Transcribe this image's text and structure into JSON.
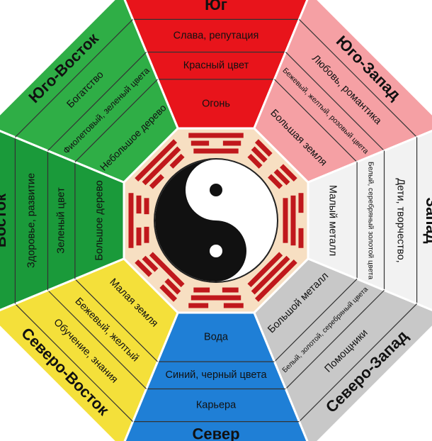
{
  "diagram": {
    "sectors": [
      {
        "key": "south",
        "title": "Юг",
        "lines": [
          "Слава, репутация",
          "Красный цвет",
          "Огонь"
        ],
        "color": "#e8141b",
        "band": "#f05a5a"
      },
      {
        "key": "southwest",
        "title": "Юго-Запад",
        "lines": [
          "Любовь, романтика",
          "Бежевый, желтый, розовый цвета",
          "Большая земля"
        ],
        "color": "#f5a0a4",
        "band": "#f8c4c6"
      },
      {
        "key": "west",
        "title": "Запад",
        "lines": [
          "Дети, творчество,",
          "Белый, серебряный золотой цвета",
          "Малый металл"
        ],
        "color": "#f2f2f2",
        "band": "#d8d8d8"
      },
      {
        "key": "northwest",
        "title": "Северо-Запад",
        "lines": [
          "Помощники",
          "Белый, золотой, серебряный цвета",
          "Большой металл"
        ],
        "color": "#c8c8c8",
        "band": "#b0b0b0"
      },
      {
        "key": "north",
        "title": "Север",
        "lines": [
          "Карьера",
          "Синий, черный цвета",
          "Вода"
        ],
        "color": "#1f7fd6",
        "band": "#4aa3ee"
      },
      {
        "key": "northeast",
        "title": "Северо-Восток",
        "lines": [
          "Обучение, знания",
          "Бежевый, желтый",
          "Малая земля"
        ],
        "color": "#f4e03a",
        "band": "#fff07a"
      },
      {
        "key": "east",
        "title": "Восток",
        "lines": [
          "Здоровье, развитие",
          "Зеленый цвет",
          "Большое дерево"
        ],
        "color": "#1a9a3a",
        "band": "#3fb85a"
      },
      {
        "key": "southeast",
        "title": "Юго-Восток",
        "lines": [
          "Богатство",
          "Фиолетовый, зеленый цвета",
          "Небольшое дерево"
        ],
        "color": "#2fae46",
        "band": "#52c466"
      }
    ],
    "colors": {
      "trigram": "#c0181c",
      "inner_bg": "#f7dfc2",
      "yin": "#111111",
      "yang": "#ffffff",
      "outline": "#ffffff"
    }
  }
}
